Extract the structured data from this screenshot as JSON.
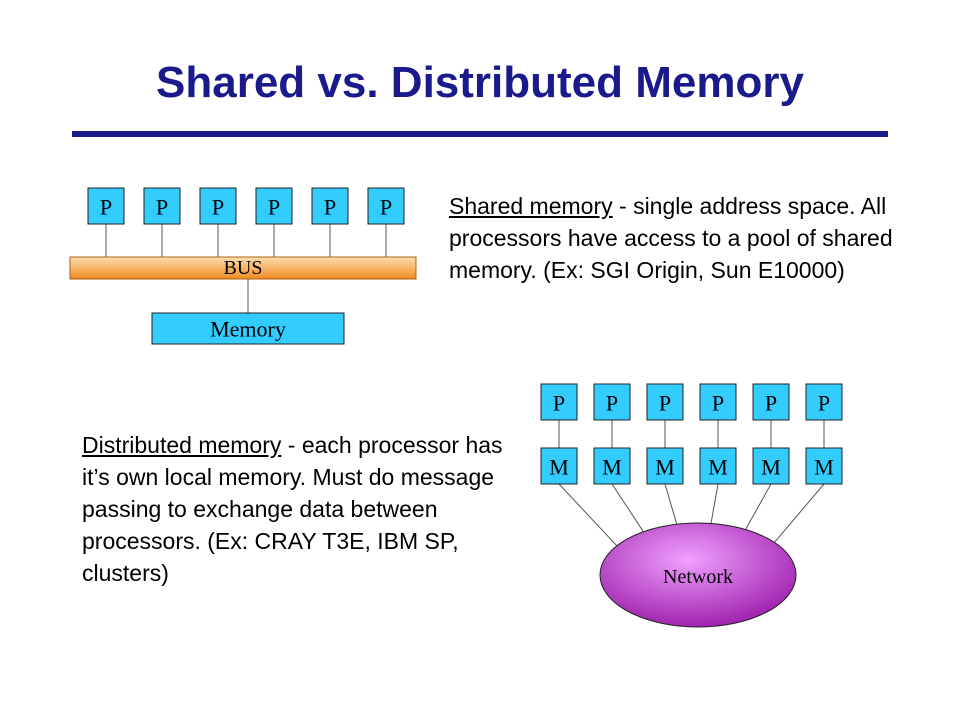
{
  "slide": {
    "title": "Shared vs. Distributed Memory"
  },
  "shared": {
    "processor_label": "P",
    "processor_count": 6,
    "bus_label": "BUS",
    "memory_label": "Memory",
    "description_term": "Shared memory",
    "description_rest": " - single address space. All processors have access to a pool of shared memory. (Ex: SGI Origin, Sun E10000)"
  },
  "distributed": {
    "processor_label": "P",
    "memory_label": "M",
    "node_count": 6,
    "network_label": "Network",
    "description_term": "Distributed memory",
    "description_rest": " - each processor has it’s own local memory. Must do message passing to exchange data between processors. (Ex: CRAY T3E, IBM SP, clusters)"
  },
  "colors": {
    "title": "#1a1a8c",
    "box_fill": "#33ccff",
    "bus_gradient": [
      "#ffe0b0",
      "#f08a20"
    ],
    "memory_fill": "#33ccff",
    "network_gradient": [
      "#f0a0ff",
      "#9a1aa8"
    ]
  }
}
